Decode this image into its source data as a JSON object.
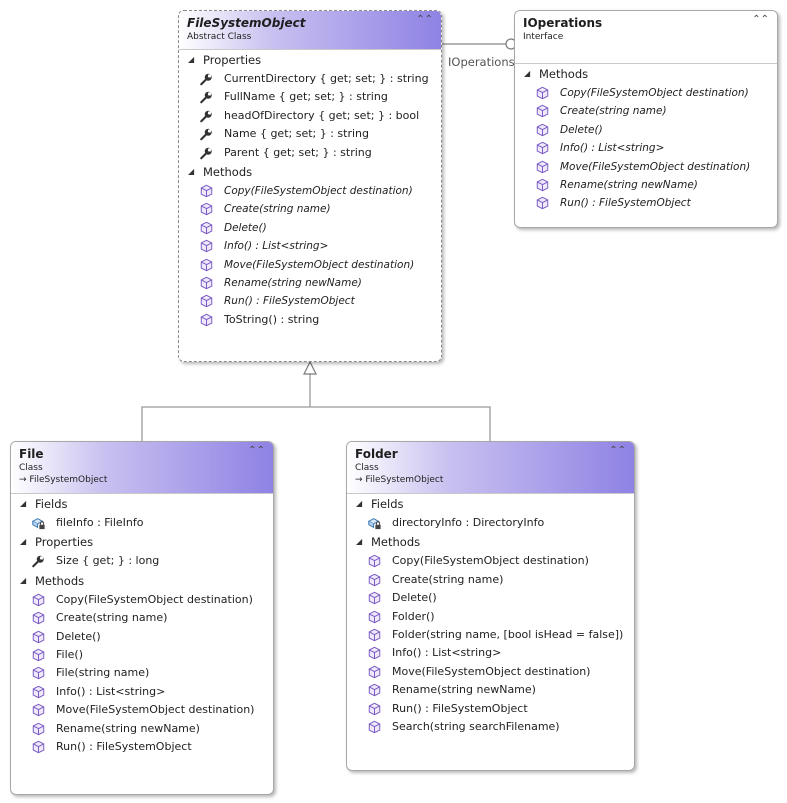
{
  "boxes": {
    "fso": {
      "title": "FileSystemObject",
      "stereotype": "Abstract Class",
      "properties_label": "Properties",
      "properties": [
        "CurrentDirectory { get; set; } : string",
        "FullName { get; set; } : string",
        "headOfDirectory { get; set; } : bool",
        "Name { get; set; } : string",
        "Parent { get; set; } : string"
      ],
      "methods_label": "Methods",
      "methods": [
        "Copy(FileSystemObject destination)",
        "Create(string name)",
        "Delete()",
        "Info() : List<string>",
        "Move(FileSystemObject destination)",
        "Rename(string newName)",
        "Run() : FileSystemObject",
        "ToString() : string"
      ]
    },
    "iops": {
      "title": "IOperations",
      "stereotype": "Interface",
      "methods_label": "Methods",
      "methods": [
        "Copy(FileSystemObject destination)",
        "Create(string name)",
        "Delete()",
        "Info() : List<string>",
        "Move(FileSystemObject destination)",
        "Rename(string newName)",
        "Run() : FileSystemObject"
      ]
    },
    "file": {
      "title": "File",
      "stereotype": "Class",
      "inherits": "FileSystemObject",
      "fields_label": "Fields",
      "fields": [
        "fileInfo : FileInfo"
      ],
      "properties_label": "Properties",
      "properties": [
        "Size { get; } : long"
      ],
      "methods_label": "Methods",
      "methods": [
        "Copy(FileSystemObject destination)",
        "Create(string name)",
        "Delete()",
        "File()",
        "File(string name)",
        "Info() : List<string>",
        "Move(FileSystemObject destination)",
        "Rename(string newName)",
        "Run() : FileSystemObject"
      ]
    },
    "folder": {
      "title": "Folder",
      "stereotype": "Class",
      "inherits": "FileSystemObject",
      "fields_label": "Fields",
      "fields": [
        "directoryInfo : DirectoryInfo"
      ],
      "methods_label": "Methods",
      "methods": [
        "Copy(FileSystemObject destination)",
        "Create(string name)",
        "Delete()",
        "Folder()",
        "Folder(string name, [bool isHead = false])",
        "Info() : List<string>",
        "Move(FileSystemObject destination)",
        "Rename(string newName)",
        "Run() : FileSystemObject",
        "Search(string searchFilename)"
      ]
    }
  },
  "connector_label": "IOperations",
  "icons": {
    "collapse": "double-chevron-up-icon",
    "section": "triangle-expander-icon",
    "property": "wrench-icon",
    "method": "cube-method-icon",
    "field": "field-lock-icon",
    "inherit": "inherit-arrow-icon"
  },
  "colors": {
    "header_gradient_end": "#8e82e4",
    "method_icon": "#7a59c2",
    "border": "#a7a7a7"
  }
}
